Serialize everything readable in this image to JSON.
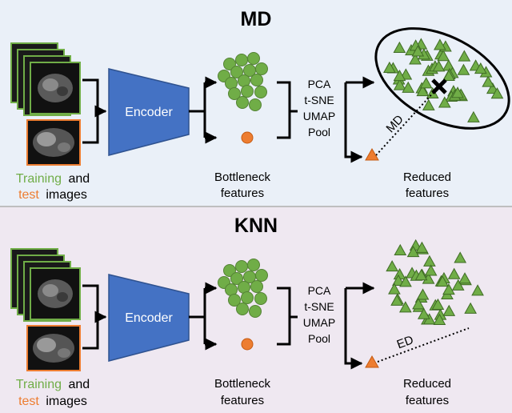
{
  "panels": [
    {
      "id": "md",
      "title": "MD",
      "background": "#eaf0f8",
      "encoder_label": "Encoder",
      "input_label": {
        "training_word": "Training",
        "and_word": "and",
        "test_word": "test",
        "images_word": "images"
      },
      "bottleneck_label": [
        "Bottleneck",
        "features"
      ],
      "methods": [
        "PCA",
        "t-SNE",
        "UMAP",
        "Pool"
      ],
      "reduced_label": [
        "Reduced",
        "features"
      ],
      "distance_label": "MD"
    },
    {
      "id": "knn",
      "title": "KNN",
      "background": "#efe8f1",
      "encoder_label": "Encoder",
      "input_label": {
        "training_word": "Training",
        "and_word": "and",
        "test_word": "test",
        "images_word": "images"
      },
      "bottleneck_label": [
        "Bottleneck",
        "features"
      ],
      "methods": [
        "PCA",
        "t-SNE",
        "UMAP",
        "Pool"
      ],
      "reduced_label": [
        "Reduced",
        "features"
      ],
      "distance_label": "ED"
    }
  ],
  "colors": {
    "training": "#70ad47",
    "test": "#ed7d31",
    "encoder": "#4472c4",
    "feature_green": "#70ad47",
    "feature_orange": "#ed7d31",
    "arrow": "#000000"
  }
}
